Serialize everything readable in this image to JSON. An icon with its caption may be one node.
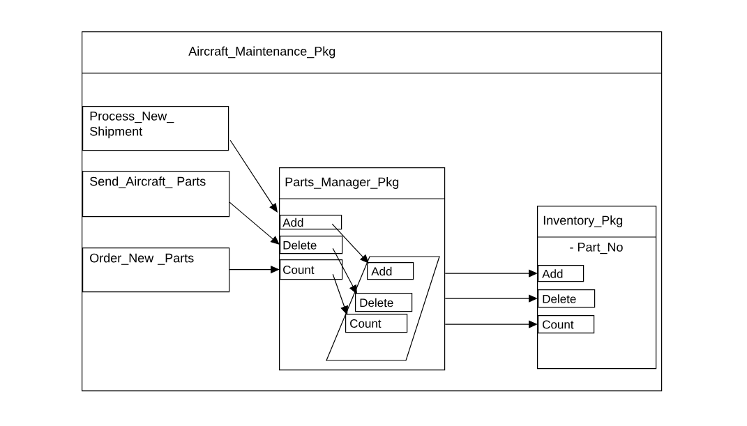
{
  "diagram": {
    "nodes": [
      {
        "text": [
          "Aircraft_Maintenance_Pkg"
        ]
      },
      {
        "text": [
          "Process_New_ Shipment"
        ],
        "in": 0
      },
      {
        "text": [
          "Send_Aircraft_ Parts"
        ],
        "in": 0
      },
      {
        "text": [
          "Order_New _Parts"
        ],
        "in": 0
      },
      {
        "text": [
          "Parts_Manager_Pkg"
        ],
        "in": 0
      },
      {
        "text": [
          "Add"
        ],
        "in": 4
      },
      {
        "text": [
          "Delete"
        ],
        "in": 4
      },
      {
        "text": [
          "Count"
        ],
        "in": 4
      },
      {
        "text": [],
        "shape": "parallelogram",
        "in": 4
      },
      {
        "text": [
          "Add"
        ],
        "in": 8
      },
      {
        "text": [
          "Delete"
        ],
        "in": 8
      },
      {
        "text": [
          "Count"
        ],
        "in": 8
      },
      {
        "text": [
          "Inventory_Pkg",
          "- Part_No"
        ],
        "in": 0
      },
      {
        "text": [
          "Add"
        ],
        "in": 12
      },
      {
        "text": [
          "Delete"
        ],
        "in": 12
      },
      {
        "text": [
          "Count"
        ],
        "in": 12
      }
    ],
    "edges": [
      {
        "from": 1,
        "to": 5,
        "arrow": "to"
      },
      {
        "from": 2,
        "to": 6,
        "arrow": "to"
      },
      {
        "from": 3,
        "to": 7,
        "arrow": "to"
      },
      {
        "from": 5,
        "to": 9,
        "arrow": "to"
      },
      {
        "from": 6,
        "to": 10,
        "arrow": "to"
      },
      {
        "from": 7,
        "to": 11,
        "arrow": "to"
      },
      {
        "from": 4,
        "to": 13,
        "arrow": "to"
      },
      {
        "from": 4,
        "to": 14,
        "arrow": "to"
      },
      {
        "from": 4,
        "to": 15,
        "arrow": "to"
      }
    ]
  }
}
